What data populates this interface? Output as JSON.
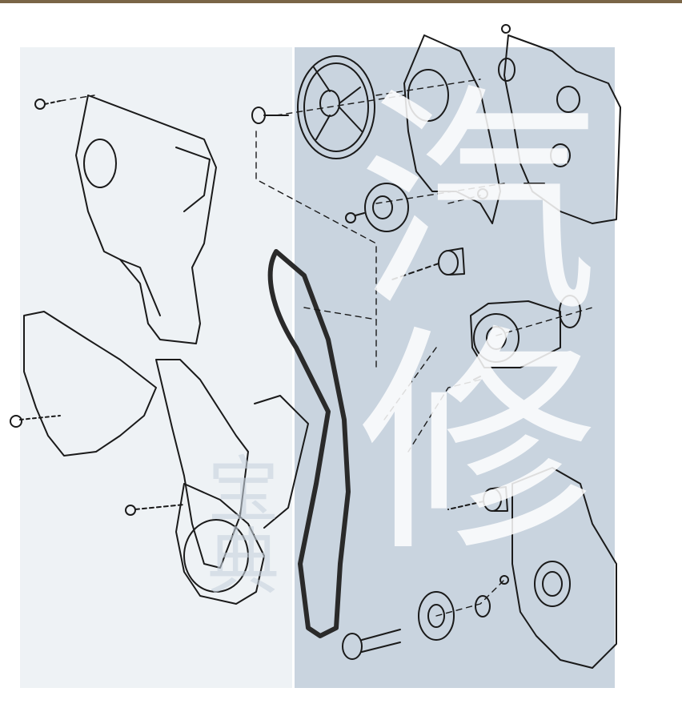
{
  "page": {
    "top_bar_color": "#7a6547",
    "background": "#ffffff"
  },
  "watermark": {
    "glyph_large": "汽修",
    "glyph_small": "宝典",
    "fill_color": "#c9d4df",
    "text_color": "#ffffff"
  },
  "diagram": {
    "line_color": "#1a1a1a",
    "belt_color": "#2a2a2a",
    "parts": [
      "upper-timing-cover",
      "camshaft-sprocket",
      "camshaft-bolt",
      "rear-cover-plate",
      "cylinder-head-section",
      "tensioner-pulley",
      "idler-roller-upper",
      "water-pump",
      "water-pump-o-ring",
      "timing-belt",
      "vibration-damper-bracket",
      "middle-timing-cover",
      "lower-timing-cover",
      "idler-roller-lower",
      "crankshaft-sprocket",
      "crankshaft-bolt",
      "oil-pump-housing"
    ]
  }
}
